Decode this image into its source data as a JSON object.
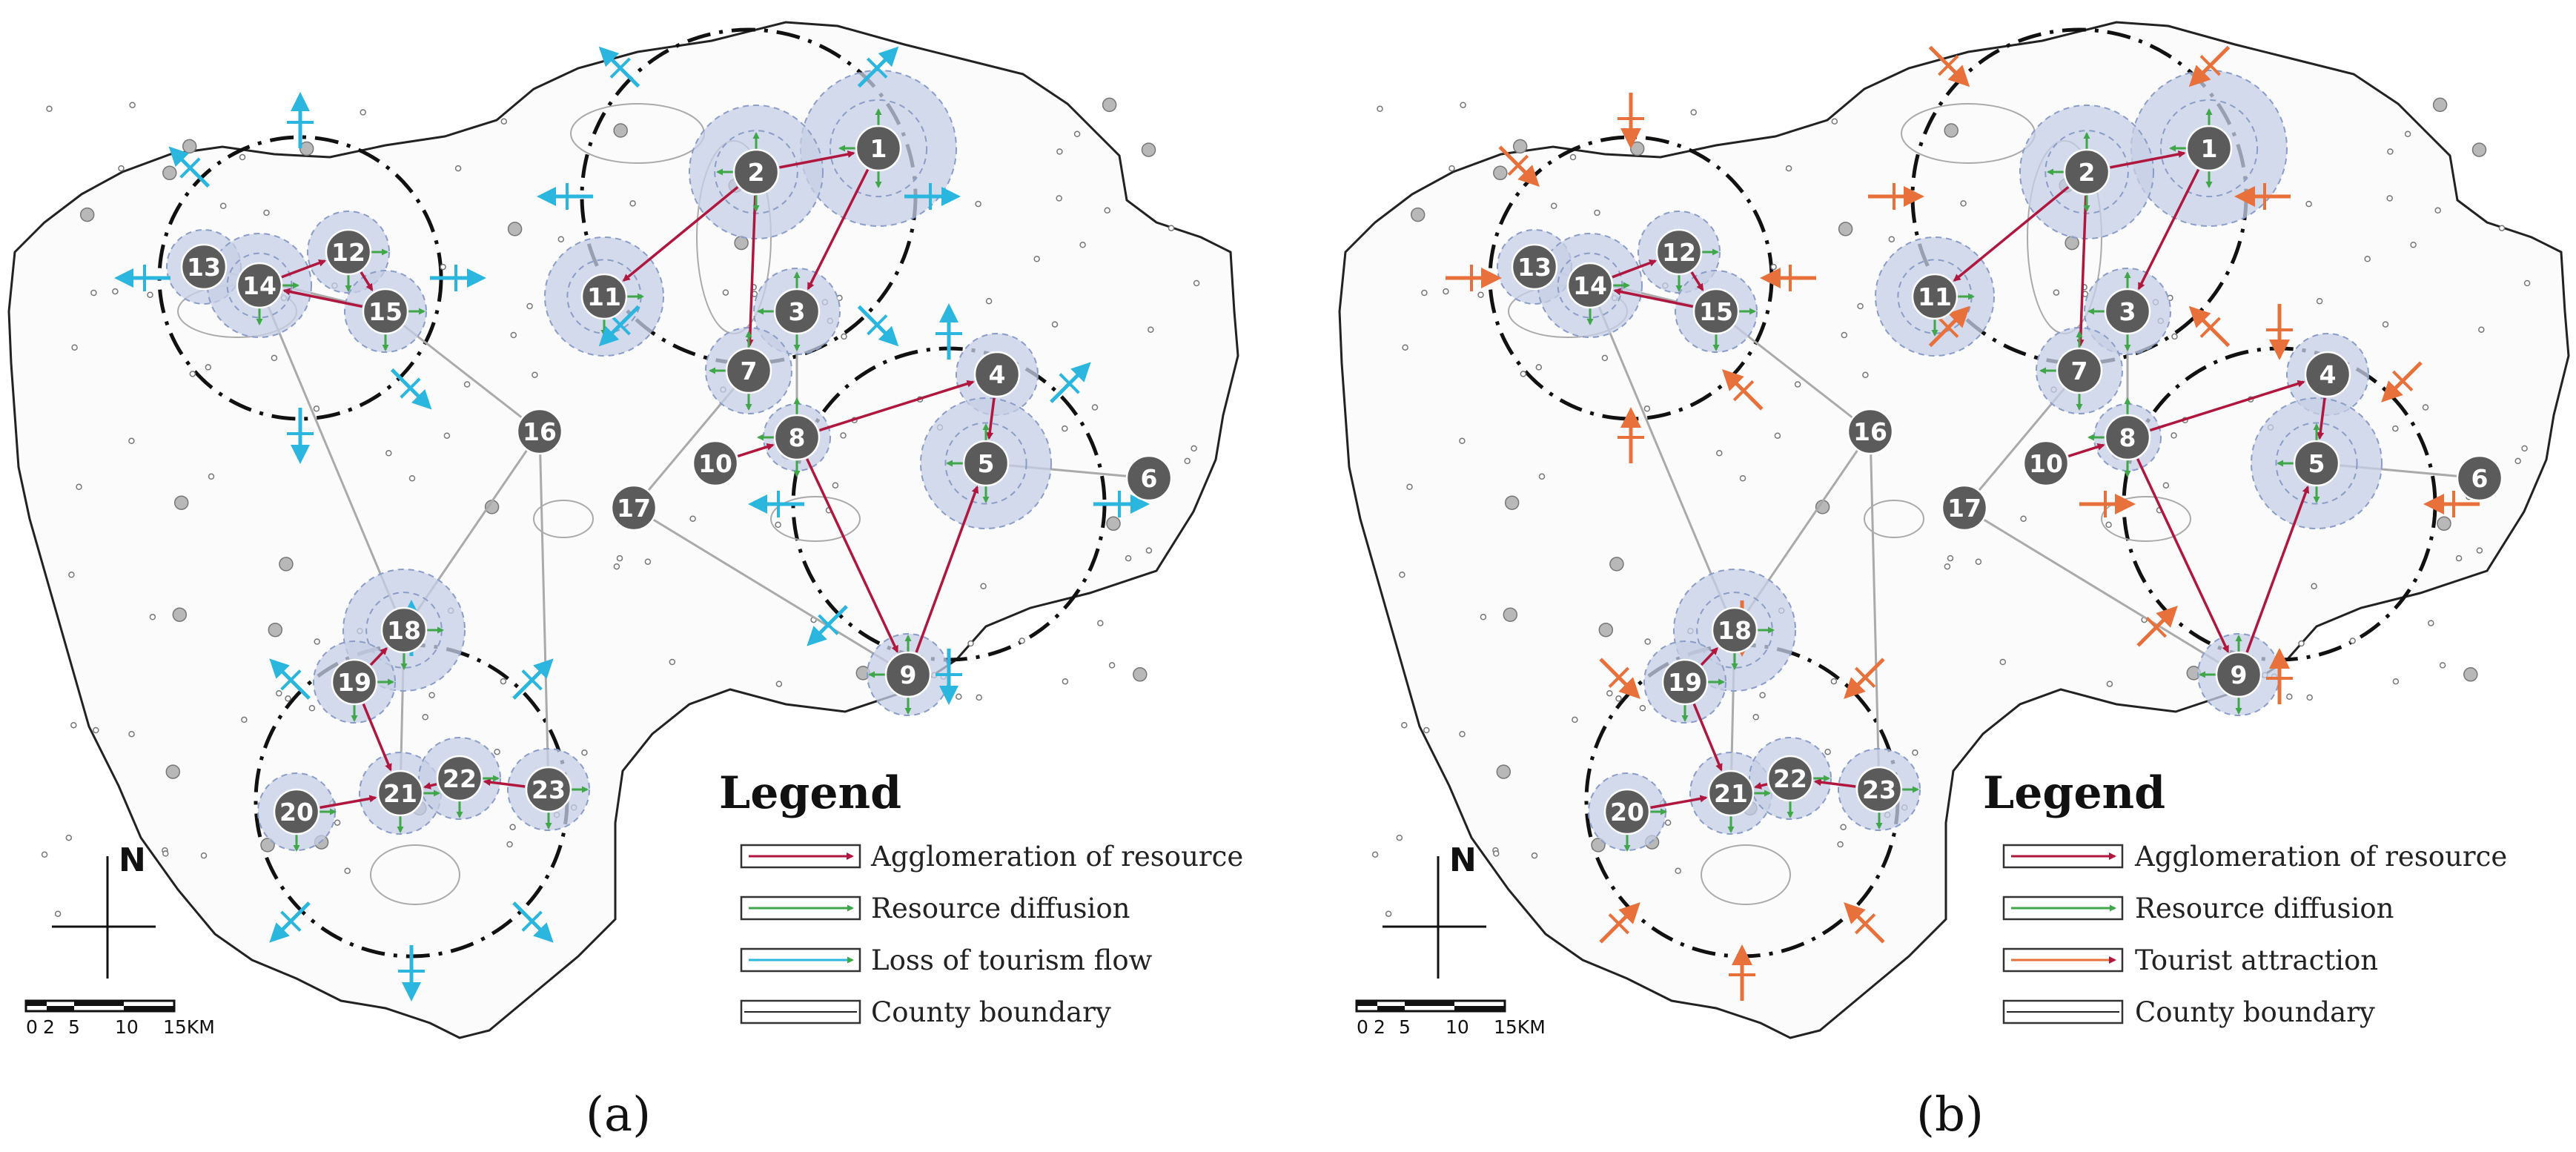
{
  "panels": [
    {
      "id": "a",
      "label": "(a)",
      "flow_type": "loss",
      "legend": {
        "title": "Legend",
        "items": [
          {
            "key": "agglomeration",
            "label": "Agglomeration of resource",
            "color": "#b0173f"
          },
          {
            "key": "diffusion",
            "label": "Resource diffusion",
            "color": "#3fa64a"
          },
          {
            "key": "flow",
            "label": "Loss of tourism flow",
            "color": "#2bb6e0"
          },
          {
            "key": "boundary",
            "label": "County boundary",
            "color": "#222222"
          }
        ]
      }
    },
    {
      "id": "b",
      "label": "(b)",
      "flow_type": "attraction",
      "legend": {
        "title": "Legend",
        "items": [
          {
            "key": "agglomeration",
            "label": "Agglomeration of resource",
            "color": "#b0173f"
          },
          {
            "key": "diffusion",
            "label": "Resource diffusion",
            "color": "#3fa64a"
          },
          {
            "key": "flow",
            "label": "Tourist attraction",
            "color": "#e8703a"
          },
          {
            "key": "boundary",
            "label": "County boundary",
            "color": "#222222"
          }
        ]
      }
    }
  ],
  "nodes": [
    "1",
    "2",
    "3",
    "4",
    "5",
    "6",
    "7",
    "8",
    "9",
    "10",
    "11",
    "12",
    "13",
    "14",
    "15",
    "16",
    "17",
    "18",
    "19",
    "20",
    "21",
    "22",
    "23"
  ],
  "north_arrow": "N",
  "scale_bar": {
    "ticks": [
      "0",
      "2",
      "5",
      "10",
      "15KM"
    ]
  },
  "colors": {
    "node_fill": "#5b5b5b",
    "halo_fill": "#c5cfe6",
    "agglomeration": "#b0173f",
    "diffusion": "#3fa64a",
    "loss_flow": "#2bb6e0",
    "attraction_flow": "#e8703a"
  }
}
